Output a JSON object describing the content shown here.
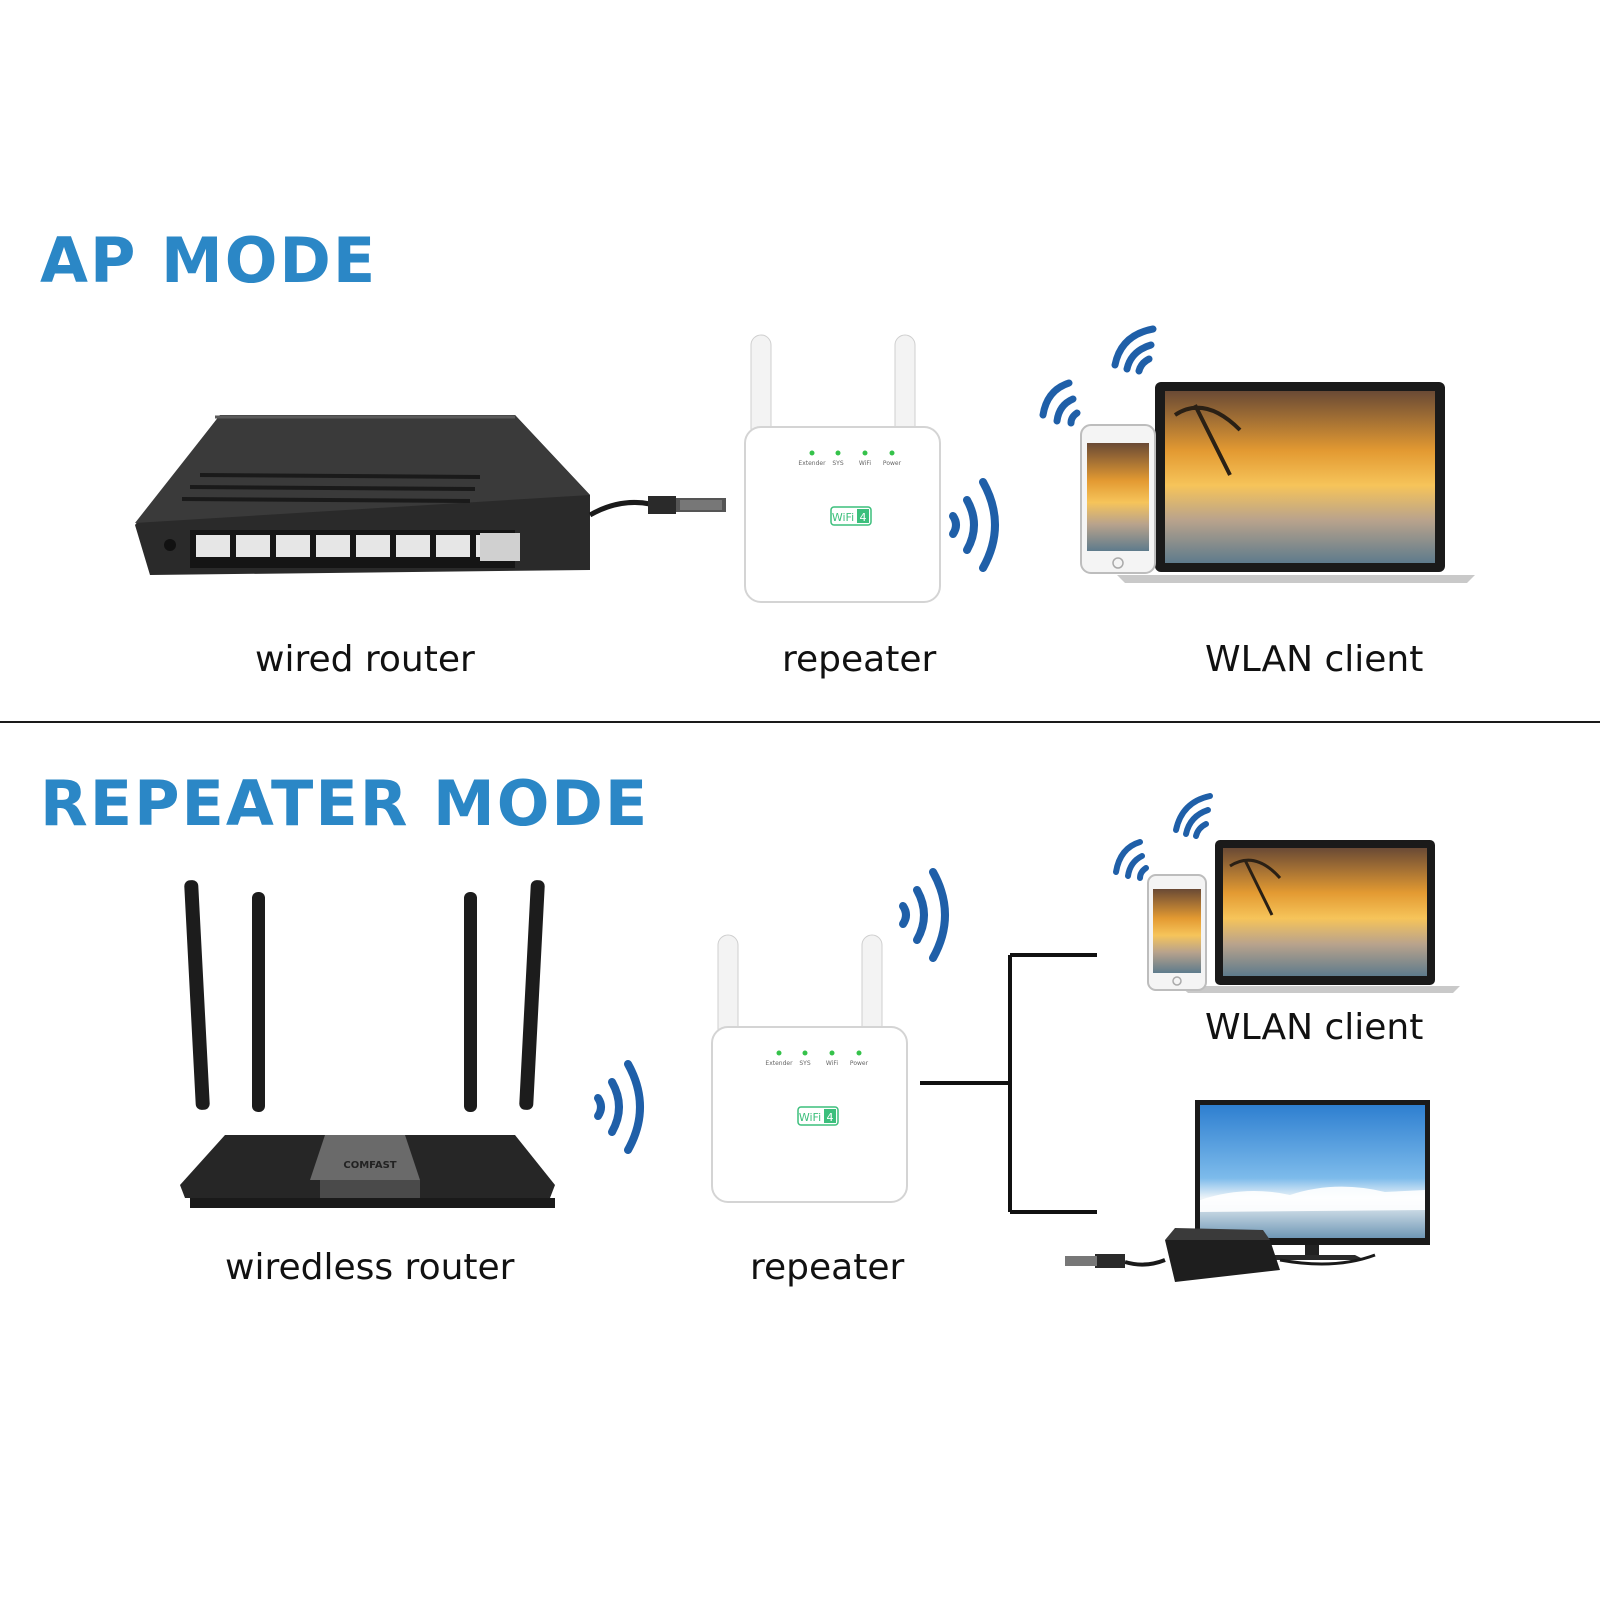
{
  "ap_mode": {
    "title": "AP MODE",
    "labels": {
      "router": "wired router",
      "repeater": "repeater",
      "client": "WLAN client"
    }
  },
  "repeater_mode": {
    "title": "REPEATER MODE",
    "labels": {
      "router": "wiredless router",
      "repeater": "repeater",
      "client": "WLAN client"
    },
    "router_brand": "COMFAST"
  },
  "repeater_device": {
    "leds": [
      "Extender",
      "SYS",
      "WiFi",
      "Power"
    ],
    "badge": "WiFi",
    "badge_number": "4"
  },
  "colors": {
    "accent": "#2b87c6",
    "wifi_waves": "#1f5fa8",
    "led": "#35c24a"
  },
  "icons": [
    "wifi-waves-icon",
    "ethernet-plug-icon",
    "smartphone-icon",
    "laptop-icon",
    "tv-icon"
  ]
}
